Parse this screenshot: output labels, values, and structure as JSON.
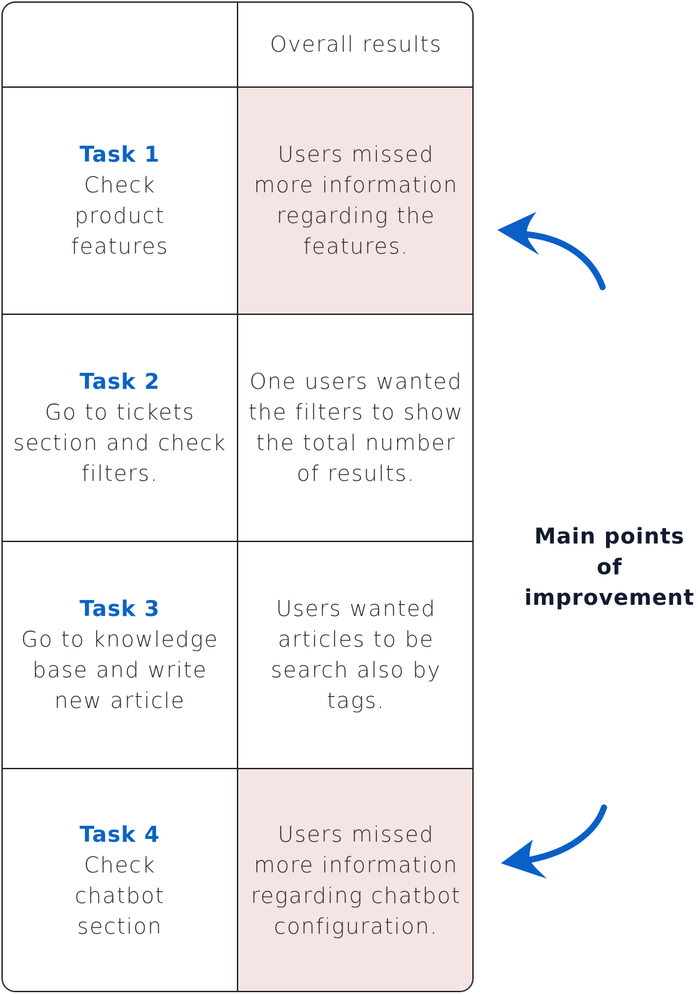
{
  "table": {
    "header": {
      "left": "",
      "right": "Overall results"
    },
    "rows": [
      {
        "task_title": "Task 1",
        "task_desc": "Check product features",
        "result": "Users missed more information regarding the features.",
        "highlighted": true
      },
      {
        "task_title": "Task 2",
        "task_desc": "Go to tickets section and check filters.",
        "result": "One users wanted the filters to show the total number of results.",
        "highlighted": false
      },
      {
        "task_title": "Task 3",
        "task_desc": "Go to knowledge base and write new article",
        "result": "Users wanted articles to be search also by tags.",
        "highlighted": false
      },
      {
        "task_title": "Task 4",
        "task_desc": "Check chatbot section",
        "result": "Users missed more information regarding chatbot configuration.",
        "highlighted": true
      }
    ]
  },
  "side_note": "Main points of improvement",
  "colors": {
    "task_title": "#0a63c4",
    "arrow": "#0a5fc8",
    "highlight": "#f5e4e4",
    "border": "#2a2a2a"
  },
  "icons": [
    "curved-arrow-left-icon",
    "curved-arrow-left-icon"
  ]
}
